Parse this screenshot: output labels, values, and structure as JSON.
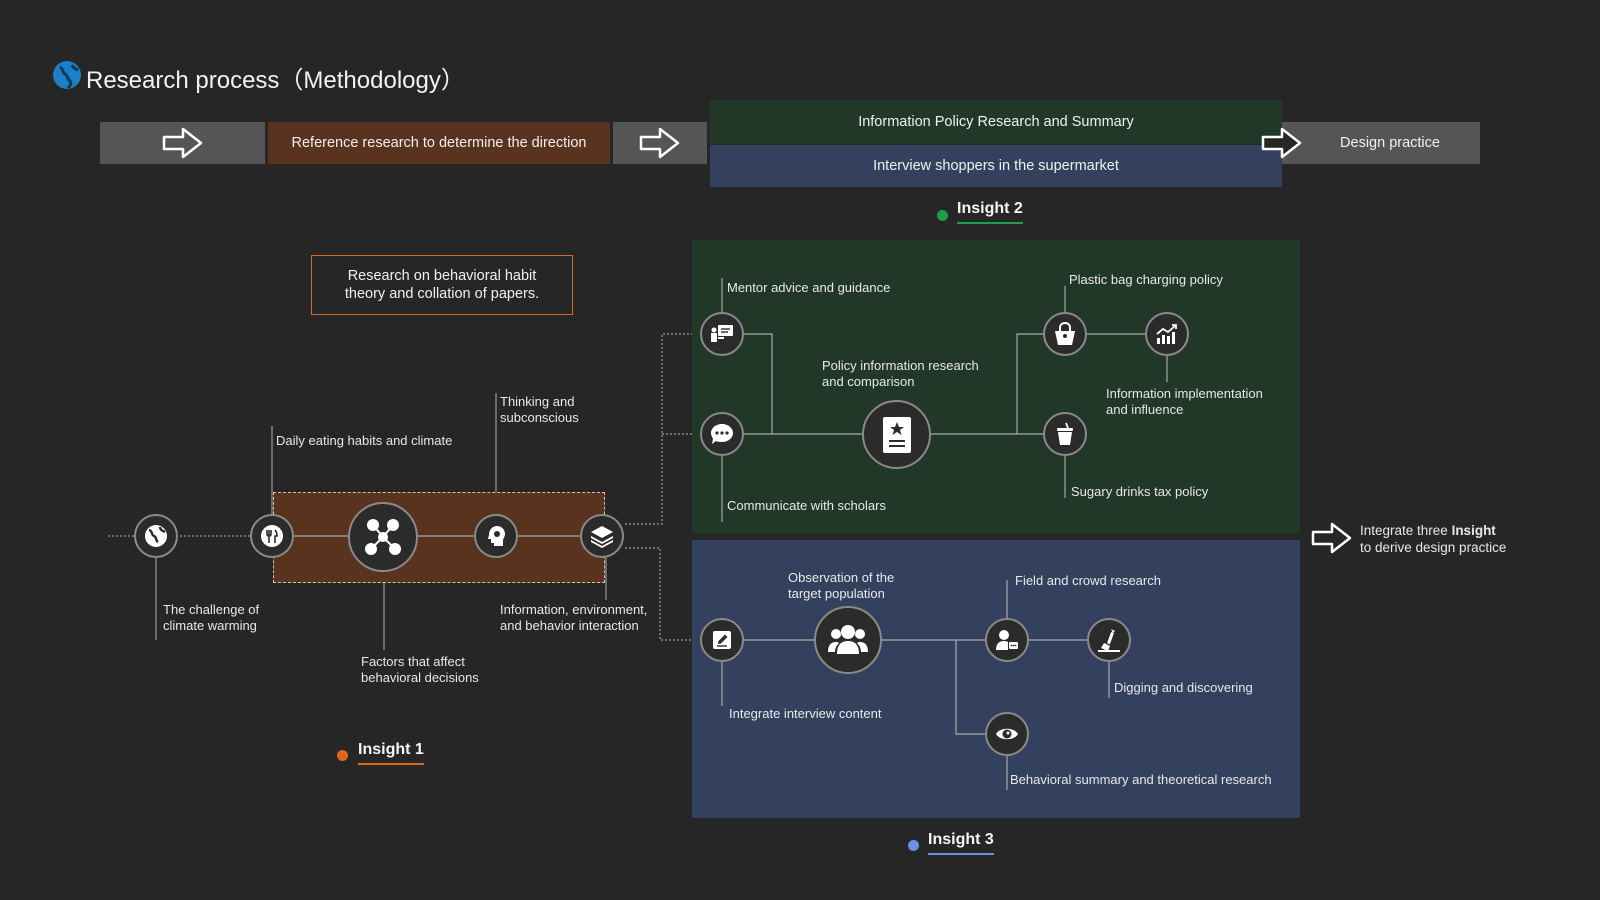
{
  "header": {
    "title": "Research process（Methodology）",
    "icon": "globe-icon"
  },
  "process_bar": {
    "step_reference": "Reference research to determine the direction",
    "step_policy": "Information Policy Research and Summary",
    "step_interview": "Interview shoppers in the supermarket",
    "step_design": "Design practice"
  },
  "research_box": {
    "line1": "Research on behavioral habit",
    "line2": "theory and collation of papers."
  },
  "insight1": {
    "label": "Insight 1",
    "color": "#e0661a",
    "climate": [
      "The challenge of",
      "climate warming"
    ],
    "eating": "Daily eating habits and climate",
    "factors": [
      "Factors that affect",
      "behavioral decisions"
    ],
    "thinking": [
      "Thinking and",
      "subconscious"
    ],
    "interaction": [
      "Information, environment,",
      "and behavior interaction"
    ]
  },
  "insight2": {
    "label": "Insight 2",
    "color": "#1e9e4a",
    "mentor": "Mentor advice and guidance",
    "scholars": "Communicate with scholars",
    "policy": [
      "Policy information research",
      "and comparison"
    ],
    "plastic": "Plastic bag charging policy",
    "implementation": [
      "Information implementation",
      "and influence"
    ],
    "sugary": "Sugary drinks tax policy"
  },
  "insight3": {
    "label": "Insight 3",
    "color": "#6f8fe6",
    "observation": [
      "Observation of the",
      "target population"
    ],
    "integrate": "Integrate interview content",
    "field": "Field and crowd research",
    "digging": "Digging and discovering",
    "behavioral": "Behavioral summary and theoretical research"
  },
  "outcome": {
    "text_before": "Integrate three ",
    "text_bold": "Insight",
    "line2": "to derive design practice"
  },
  "colors": {
    "background": "#262626",
    "brown": "#5a3320",
    "green_panel": "#213728",
    "blue_panel": "#33415f",
    "gray_bar": "#555555"
  }
}
